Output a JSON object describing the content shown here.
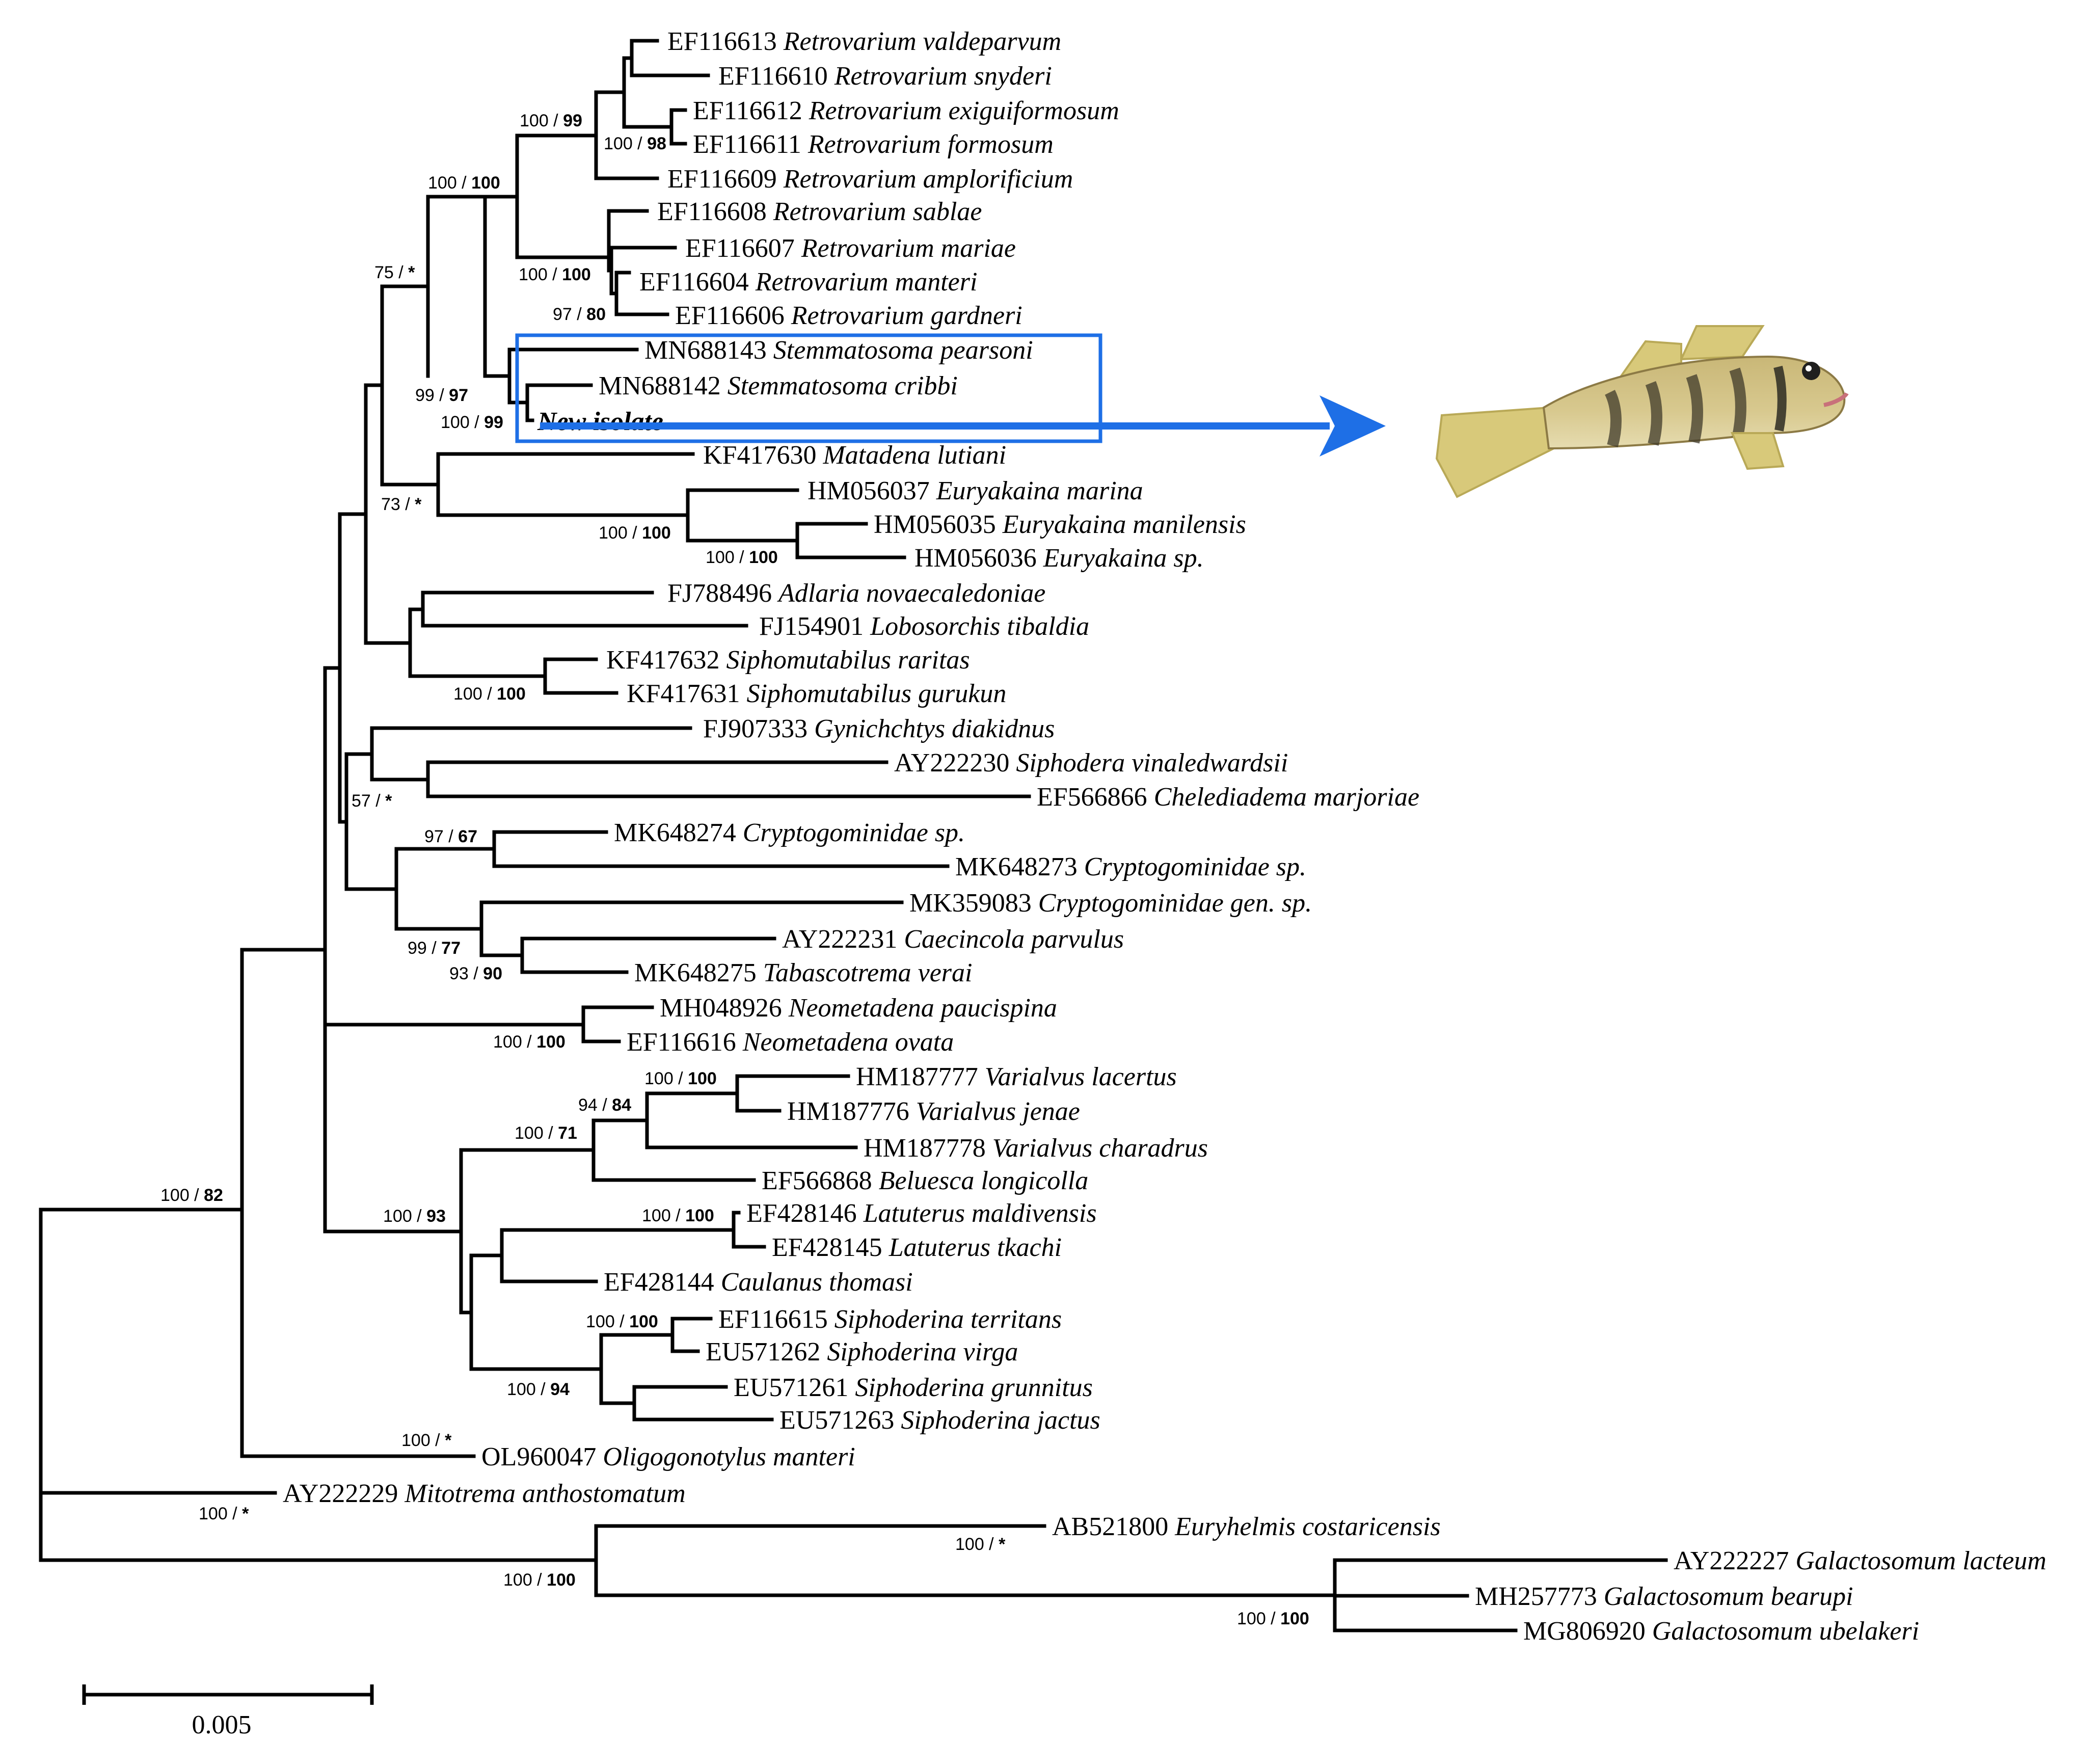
{
  "tree": {
    "scale_bar_label": "0.005",
    "highlight_color": "#1e6fe6",
    "leaves": [
      {
        "acc": "EF116613",
        "sp": "Retrovarium valdeparvum"
      },
      {
        "acc": "EF116610",
        "sp": "Retrovarium snyderi"
      },
      {
        "acc": "EF116612",
        "sp": "Retrovarium exiguiformosum"
      },
      {
        "acc": "EF116611",
        "sp": "Retrovarium formosum"
      },
      {
        "acc": "EF116609",
        "sp": "Retrovarium amplorificium"
      },
      {
        "acc": "EF116608",
        "sp": "Retrovarium sablae"
      },
      {
        "acc": "EF116607",
        "sp": "Retrovarium mariae"
      },
      {
        "acc": "EF116604",
        "sp": "Retrovarium manteri"
      },
      {
        "acc": "EF116606",
        "sp": "Retrovarium gardneri"
      },
      {
        "acc": "MN688143",
        "sp": "Stemmatosoma pearsoni"
      },
      {
        "acc": "MN688142",
        "sp": "Stemmatosoma cribbi"
      },
      {
        "acc": "",
        "sp": "New isolate"
      },
      {
        "acc": "KF417630",
        "sp": "Matadena lutiani"
      },
      {
        "acc": "HM056037",
        "sp": "Euryakaina marina"
      },
      {
        "acc": "HM056035",
        "sp": "Euryakaina manilensis"
      },
      {
        "acc": "HM056036",
        "sp": "Euryakaina sp."
      },
      {
        "acc": "FJ788496",
        "sp": "Adlaria novaecaledoniae"
      },
      {
        "acc": "FJ154901",
        "sp": "Lobosorchis tibaldia"
      },
      {
        "acc": "KF417632",
        "sp": "Siphomutabilus raritas"
      },
      {
        "acc": "KF417631",
        "sp": "Siphomutabilus gurukun"
      },
      {
        "acc": "FJ907333",
        "sp": "Gynichchtys diakidnus"
      },
      {
        "acc": "AY222230",
        "sp": "Siphodera vinaledwardsii"
      },
      {
        "acc": "EF566866",
        "sp": "Chelediadema marjoriae"
      },
      {
        "acc": "MK648274",
        "sp": "Cryptogominidae sp."
      },
      {
        "acc": "MK648273",
        "sp": "Cryptogominidae sp."
      },
      {
        "acc": "MK359083",
        "sp": "Cryptogominidae gen. sp."
      },
      {
        "acc": "AY222231",
        "sp": "Caecincola parvulus"
      },
      {
        "acc": "MK648275",
        "sp": "Tabascotrema verai"
      },
      {
        "acc": "MH048926",
        "sp": "Neometadena paucispina"
      },
      {
        "acc": "EF116616",
        "sp": "Neometadena ovata"
      },
      {
        "acc": "HM187777",
        "sp": "Varialvus lacertus"
      },
      {
        "acc": "HM187776",
        "sp": "Varialvus jenae"
      },
      {
        "acc": "HM187778",
        "sp": "Varialvus charadrus"
      },
      {
        "acc": "EF566868",
        "sp": "Beluesca longicolla"
      },
      {
        "acc": "EF428146",
        "sp": "Latuterus maldivensis"
      },
      {
        "acc": "EF428145",
        "sp": "Latuterus tkachi"
      },
      {
        "acc": "EF428144",
        "sp": "Caulanus thomasi"
      },
      {
        "acc": "EF116615",
        "sp": "Siphoderina territans"
      },
      {
        "acc": "EU571262",
        "sp": "Siphoderina virga"
      },
      {
        "acc": "EU571261",
        "sp": "Siphoderina grunnitus"
      },
      {
        "acc": "EU571263",
        "sp": "Siphoderina jactus"
      },
      {
        "acc": "OL960047",
        "sp": "Oligogonotylus manteri"
      },
      {
        "acc": "AY222229",
        "sp": "Mitotrema anthostomatum"
      },
      {
        "acc": "AB521800",
        "sp": "Euryhelmis costaricensis"
      },
      {
        "acc": "AY222227",
        "sp": "Galactosomum lacteum"
      },
      {
        "acc": "MH257773",
        "sp": "Galactosomum bearupi"
      },
      {
        "acc": "MG806920",
        "sp": "Galactosomum ubelakeri"
      }
    ],
    "supports": [
      {
        "pp": "100",
        "bs": "99"
      },
      {
        "pp": "100",
        "bs": "98"
      },
      {
        "pp": "100",
        "bs": "100"
      },
      {
        "pp": "75",
        "bs": "*"
      },
      {
        "pp": "100",
        "bs": "100"
      },
      {
        "pp": "97",
        "bs": "80"
      },
      {
        "pp": "99",
        "bs": "97"
      },
      {
        "pp": "100",
        "bs": "99"
      },
      {
        "pp": "73",
        "bs": "*"
      },
      {
        "pp": "100",
        "bs": "100"
      },
      {
        "pp": "100",
        "bs": "100"
      },
      {
        "pp": "100",
        "bs": "100"
      },
      {
        "pp": "57",
        "bs": "*"
      },
      {
        "pp": "97",
        "bs": "67"
      },
      {
        "pp": "99",
        "bs": "77"
      },
      {
        "pp": "93",
        "bs": "90"
      },
      {
        "pp": "100",
        "bs": "100"
      },
      {
        "pp": "100",
        "bs": "100"
      },
      {
        "pp": "94",
        "bs": "84"
      },
      {
        "pp": "100",
        "bs": "71"
      },
      {
        "pp": "100",
        "bs": "82"
      },
      {
        "pp": "100",
        "bs": "93"
      },
      {
        "pp": "100",
        "bs": "100"
      },
      {
        "pp": "100",
        "bs": "100"
      },
      {
        "pp": "100",
        "bs": "94"
      },
      {
        "pp": "100",
        "bs": "*"
      },
      {
        "pp": "100",
        "bs": "*"
      },
      {
        "pp": "100",
        "bs": "*"
      },
      {
        "pp": "100",
        "bs": "100"
      },
      {
        "pp": "100",
        "bs": "100"
      }
    ]
  }
}
